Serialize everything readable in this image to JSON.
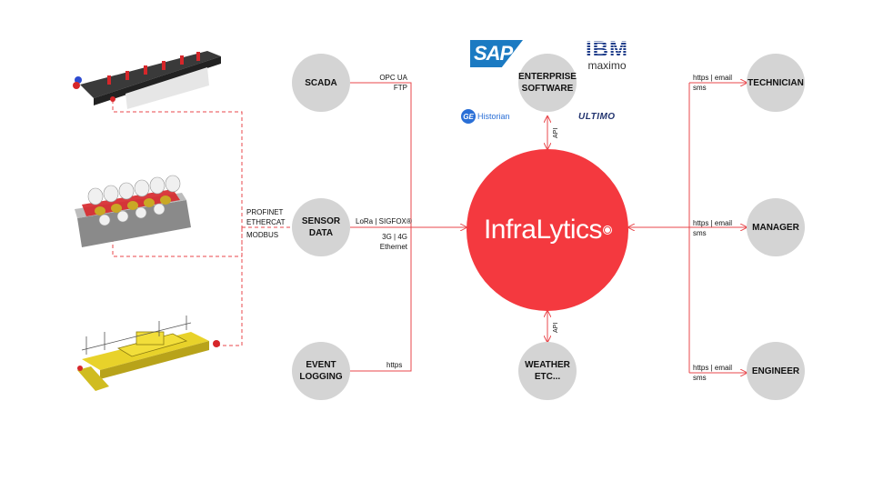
{
  "hub": {
    "label": "InfraLytics"
  },
  "nodes": {
    "scada": "SCADA",
    "sensor_line1": "SENSOR",
    "sensor_line2": "DATA",
    "event_line1": "EVENT",
    "event_line2": "LOGGING",
    "enterprise_line1": "ENTERPRISE",
    "enterprise_line2": "SOFTWARE",
    "weather_line1": "WEATHER",
    "weather_line2": "ETC...",
    "technician": "TECHNICIAN",
    "manager": "MANAGER",
    "engineer": "ENGINEER"
  },
  "labels": {
    "opc_ua": "OPC UA",
    "ftp": "FTP",
    "lora": "LoRa | SIGFOX®",
    "net_3g4g": "3G | 4G",
    "ethernet": "Ethernet",
    "https": "https",
    "profinet": "PROFINET",
    "ethercat": "ETHERCAT",
    "modbus": "MODBUS",
    "api_top": "API",
    "api_bottom": "API",
    "tech_msg1": "https | email",
    "tech_msg2": "sms",
    "mgr_msg1": "https | email",
    "mgr_msg2": "sms",
    "eng_msg1": "https | email",
    "eng_msg2": "sms"
  },
  "logos": {
    "sap": "SAP",
    "ibm": "IBM",
    "maximo": "maximo",
    "ge_mono": "GE",
    "historian": "Historian",
    "ultimo": "ULTIMO"
  },
  "colors": {
    "accent": "#f4393f",
    "node": "#d4d4d4",
    "line": "#e8474b"
  }
}
